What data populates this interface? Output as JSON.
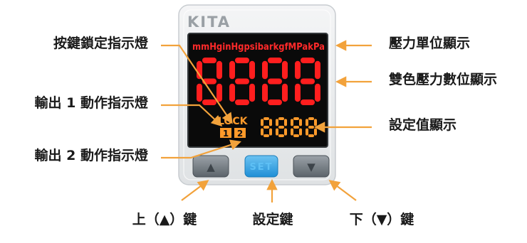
{
  "device": {
    "brand": "KITA",
    "unit_strip": "mmHginHgpsibarkgfMPakPa",
    "main_readout": "8888",
    "lock_text": "LOCK",
    "out1_badge": "1",
    "out2_badge": "2",
    "set_readout": "8888",
    "set_button": "SET",
    "up_symbol": "▲",
    "down_symbol": "▼"
  },
  "labels": {
    "lock_indicator": "按鍵鎖定指示燈",
    "out1_indicator": "輸出 1 動作指示燈",
    "out2_indicator": "輸出 2 動作指示燈",
    "unit_display": "壓力單位顯示",
    "dual_display": "雙色壓力數位顯示",
    "set_display": "設定值顯示",
    "up_key": "上（▲）鍵",
    "set_key": "設定鍵",
    "down_key": "下（▼）鍵"
  },
  "colors": {
    "arrow": "#f2a23b",
    "red_segment": "#ff1e1e",
    "orange_segment": "#ff9a2a",
    "set_button": "#3aa7e6"
  }
}
